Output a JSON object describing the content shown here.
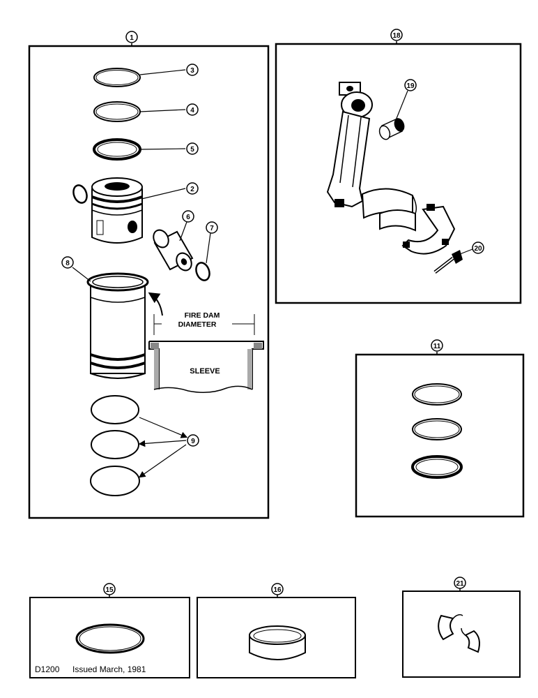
{
  "callouts": {
    "c1": "1",
    "c2": "2",
    "c3": "3",
    "c4": "4",
    "c5": "5",
    "c6": "6",
    "c7": "7",
    "c8": "8",
    "c9": "9",
    "c11": "11",
    "c15": "15",
    "c16": "16",
    "c18": "18",
    "c19": "19",
    "c20": "20",
    "c21": "21"
  },
  "sleeve_detail": {
    "label_line1": "FIRE DAM",
    "label_line2": "DIAMETER",
    "sleeve_text": "SLEEVE"
  },
  "footer": {
    "doc_id": "D1200",
    "issued": "Issued March, 1981"
  }
}
